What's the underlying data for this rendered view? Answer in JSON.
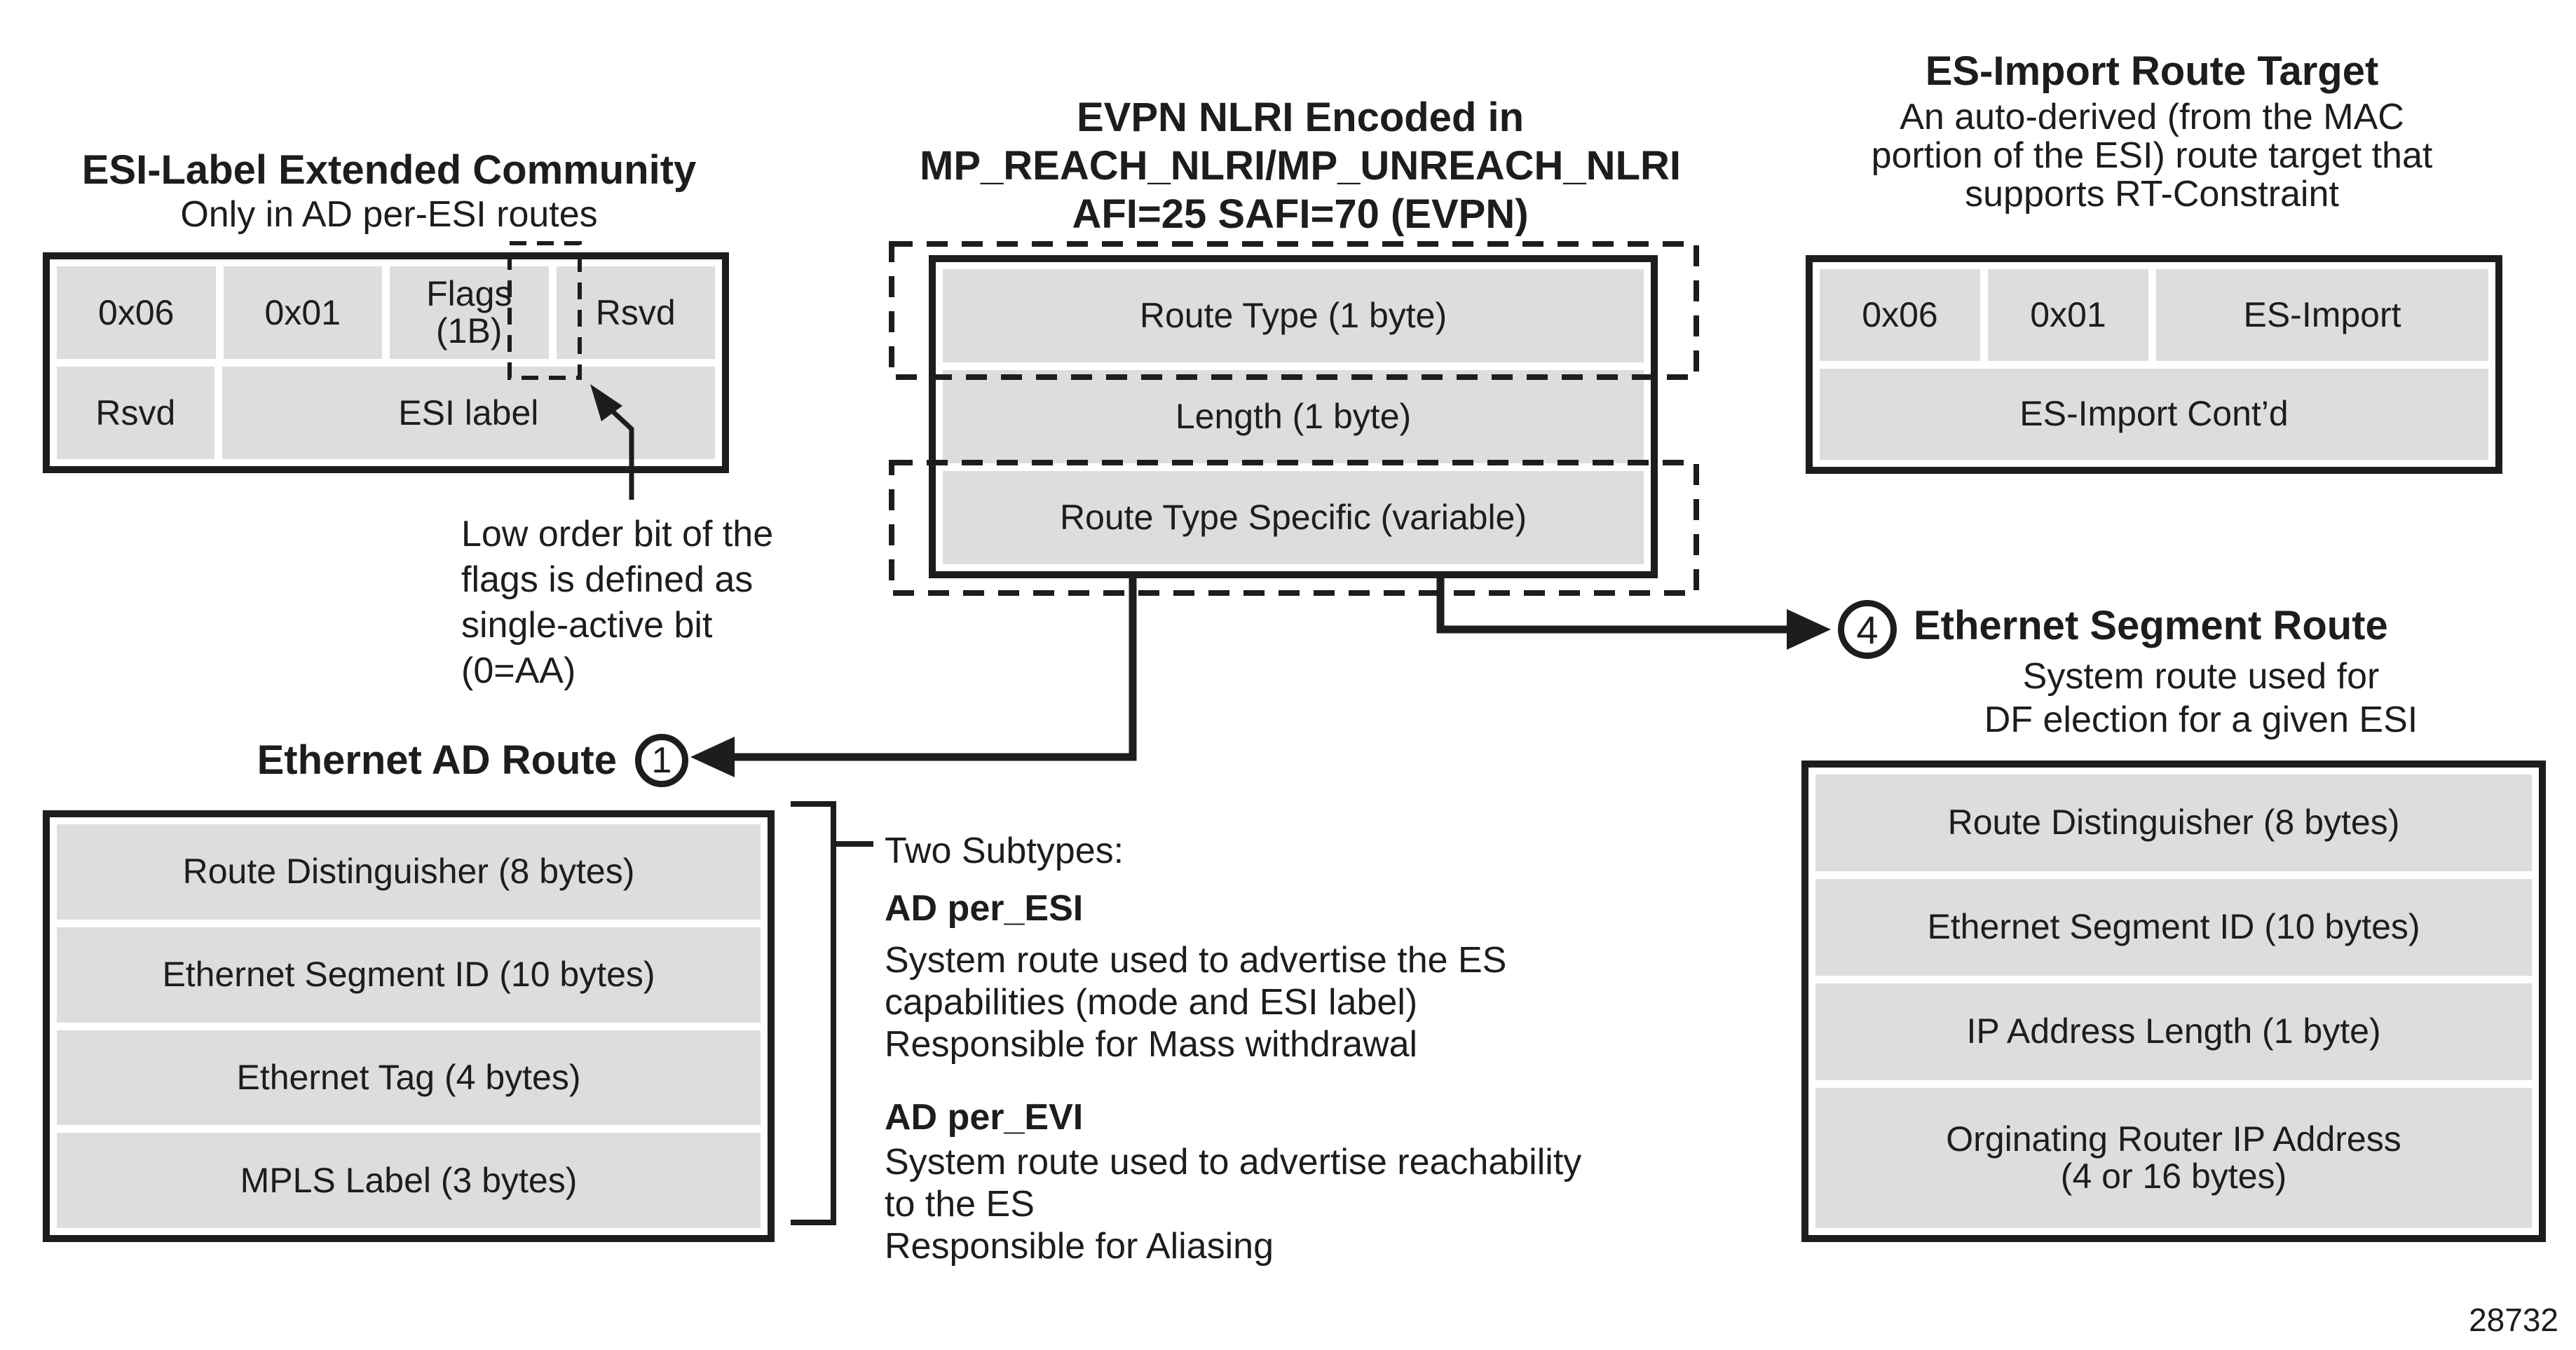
{
  "colors": {
    "ink": "#1e1c1c",
    "cell_fill": "#dddddd",
    "background": "#ffffff"
  },
  "esi_community": {
    "title": "ESI-Label Extended Community",
    "subtitle": "Only in AD per-ESI routes",
    "row1": [
      "0x06",
      "0x01",
      "Flags\n(1B)",
      "Rsvd"
    ],
    "row2": [
      "Rsvd",
      "ESI label"
    ],
    "note": "Low order bit of the\nflags is defined as\nsingle-active bit\n(0=AA)"
  },
  "nlri": {
    "title": "EVPN NLRI Encoded in\nMP_REACH_NLRI/MP_UNREACH_NLRI\nAFI=25 SAFI=70 (EVPN)",
    "rows": [
      "Route Type (1 byte)",
      "Length (1 byte)",
      "Route Type Specific (variable)"
    ]
  },
  "es_import": {
    "title": "ES-Import Route Target",
    "subtitle": "An auto-derived (from the MAC\nportion of the ESI) route target that\nsupports RT-Constraint",
    "row1": [
      "0x06",
      "0x01",
      "ES-Import"
    ],
    "row2": [
      "ES-Import Cont’d"
    ]
  },
  "ad_route": {
    "marker": "1",
    "title": "Ethernet AD Route",
    "rows": [
      "Route Distinguisher (8 bytes)",
      "Ethernet Segment ID (10 bytes)",
      "Ethernet Tag (4 bytes)",
      "MPLS Label (3 bytes)"
    ],
    "subtypes_heading": "Two Subtypes:",
    "subtype1_name": "AD per_ESI",
    "subtype1_desc": "System route used to advertise the ES\ncapabilities (mode and ESI label)\nResponsible for Mass withdrawal",
    "subtype2_name": "AD per_EVI",
    "subtype2_desc": "System route used to advertise reachability\nto the ES\nResponsible for Aliasing"
  },
  "es_route": {
    "marker": "4",
    "title": "Ethernet Segment Route",
    "subtitle": "System route used for\nDF election for a given ESI",
    "rows": [
      "Route Distinguisher (8 bytes)",
      "Ethernet Segment ID (10 bytes)",
      "IP Address Length (1 byte)",
      "Orginating Router IP Address\n(4 or 16 bytes)"
    ]
  },
  "figure_number": "28732"
}
